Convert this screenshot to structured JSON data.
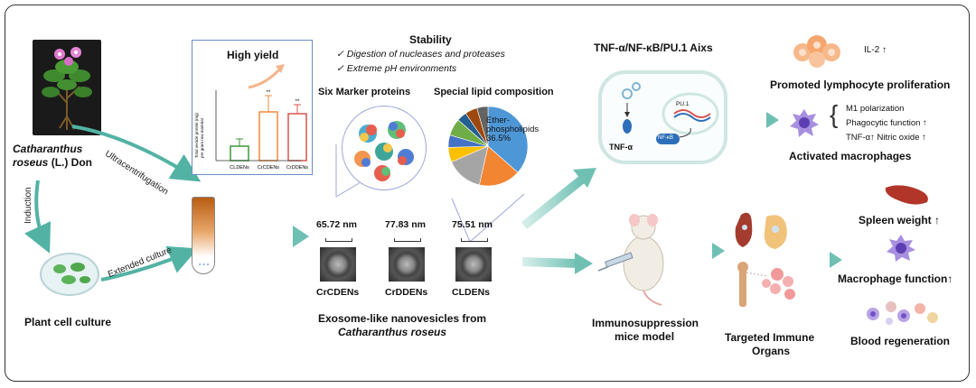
{
  "plant": {
    "name_line1": "Catharanthus",
    "name_line2_italic": "roseus",
    "name_line2_rest": " (L.) Don"
  },
  "arrows": {
    "ultracentrifugation": "Ultracentrifugation",
    "induction": "Induction",
    "extended_culture": "Extended culture"
  },
  "cell_culture": {
    "label": "Plant cell culture"
  },
  "high_yield": {
    "title": "High yield",
    "ylabel_line1": "Total vesicle protein (mg)",
    "ylabel_line2": "per gram raw material"
  },
  "chart_data": {
    "type": "bar",
    "categories": [
      "CLDENs",
      "CrCDENs",
      "CrDDENs"
    ],
    "values": [
      0.8,
      2.7,
      2.6
    ],
    "errors": [
      0.4,
      0.9,
      0.5
    ],
    "significance": [
      "",
      "**",
      "**"
    ],
    "bar_colors": [
      "#3a9a3a",
      "#f08a3c",
      "#d9534f"
    ],
    "ylim": [
      0,
      4
    ]
  },
  "stability": {
    "title": "Stability",
    "item1": "Digestion of nucleases and proteases",
    "item2": "Extreme pH environments",
    "check": "✓"
  },
  "markers": {
    "title": "Six Marker proteins"
  },
  "lipid": {
    "title": "Special lipid composition",
    "label_line1": "Ether-",
    "label_line2": "phospholipids",
    "label_line3": "36.5%",
    "slices": [
      {
        "value": 36.5,
        "color": "#4e97d6"
      },
      {
        "value": 17,
        "color": "#f28532"
      },
      {
        "value": 15,
        "color": "#a5a5a5"
      },
      {
        "value": 6,
        "color": "#ffc000"
      },
      {
        "value": 5,
        "color": "#4472c4"
      },
      {
        "value": 7,
        "color": "#70ad47"
      },
      {
        "value": 4,
        "color": "#255e91"
      },
      {
        "value": 5,
        "color": "#9e480e"
      },
      {
        "value": 4.5,
        "color": "#636363"
      }
    ]
  },
  "vesicles": {
    "sizes": [
      "65.72 nm",
      "77.83 nm",
      "75.51 nm"
    ],
    "names": [
      "CrCDENs",
      "CrDDENs",
      "CLDENs"
    ],
    "caption_line1": "Exosome-like nanovesicles from",
    "caption_line2": "Catharanthus roseus"
  },
  "pathway": {
    "title": "TNF-α/NF-κB/PU.1 Aixs",
    "tnf": "TNF-α",
    "nfkb": "NF-κB",
    "pu1": "PU.1"
  },
  "lymphocyte": {
    "il2": "IL-2 ↑",
    "title": "Promoted lymphocyte proliferation"
  },
  "macrophage": {
    "item1": "M1 polarization",
    "item2": "Phagocytic function ↑",
    "item3": "TNF-α↑ Nitric oxide ↑",
    "title": "Activated macrophages"
  },
  "mouse": {
    "line1": "Immunosuppression",
    "line2": "mice model"
  },
  "organs": {
    "line1": "Targeted Immune",
    "line2": "Organs"
  },
  "outcomes": {
    "spleen": "Spleen weight ↑",
    "macro": "Macrophage function↑",
    "blood": "Blood regeneration"
  }
}
